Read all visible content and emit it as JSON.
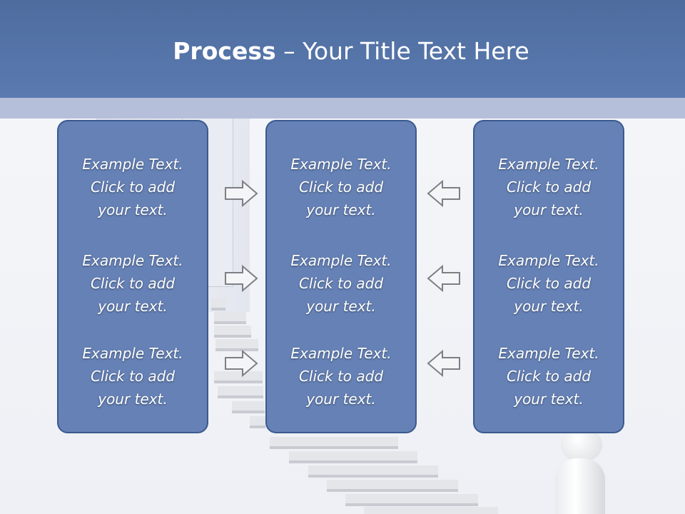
{
  "title": {
    "bold": "Process",
    "rest": " – Your Title Text Here"
  },
  "columns": [
    {
      "items": [
        [
          "Example Text.",
          "Click  to add",
          "your text."
        ],
        [
          "Example Text.",
          "Click  to add",
          "your text."
        ],
        [
          "Example Text.",
          "Click  to add",
          "your text."
        ]
      ]
    },
    {
      "items": [
        [
          "Example Text.",
          "Click  to add",
          "your text."
        ],
        [
          "Example Text.",
          "Click  to add",
          "your text."
        ],
        [
          "Example Text.",
          "Click  to add",
          "your text."
        ]
      ]
    },
    {
      "items": [
        [
          "Example Text.",
          "Click  to add",
          "your text."
        ],
        [
          "Example Text.",
          "Click  to add",
          "your text."
        ],
        [
          "Example Text.",
          "Click  to add",
          "your text."
        ]
      ]
    }
  ],
  "arrows": {
    "left_group": "arrow-right-icon",
    "right_group": "arrow-left-icon"
  },
  "colors": {
    "header": "#5575a9",
    "box": "#6581b5",
    "box_border": "#3b5a8f",
    "text": "#ffffff"
  }
}
